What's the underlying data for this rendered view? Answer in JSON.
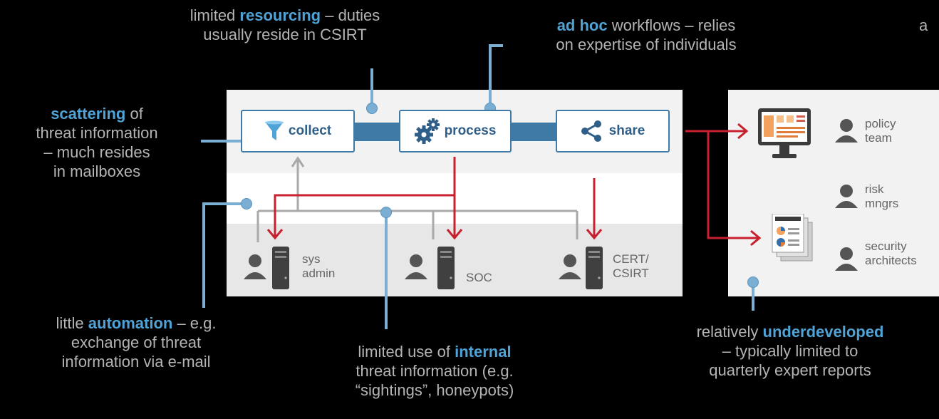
{
  "nodes": {
    "collect": "collect",
    "process": "process",
    "share": "share"
  },
  "actors": {
    "sys_admin": [
      "sys",
      "admin"
    ],
    "soc": "SOC",
    "cert": [
      "CERT/",
      "CSIRT"
    ]
  },
  "consumers": {
    "policy": [
      "policy",
      "team"
    ],
    "risk": [
      "risk",
      "mngrs"
    ],
    "security": [
      "security",
      "architects"
    ]
  },
  "notes": {
    "resourcing": {
      "pre": "limited ",
      "bold": "resourcing",
      "post": " – duties",
      "line2": "usually reside in CSIRT"
    },
    "adhoc": {
      "bold": "ad hoc",
      "post": " workflows – relies",
      "line2": "on expertise of individuals"
    },
    "scattering": {
      "bold": "scattering",
      "post": " of",
      "line2": "threat information",
      "line3": "– much resides",
      "line4": "in mailboxes"
    },
    "automation": {
      "pre": "little ",
      "bold": "automation",
      "post": " – e.g.",
      "line2": "exchange of threat",
      "line3": "information via e-mail"
    },
    "internal": {
      "pre": "limited use of ",
      "bold": "internal",
      "line2": "threat information (e.g.",
      "line3": "“sightings”, honeypots)"
    },
    "underdeveloped": {
      "pre": "relatively ",
      "bold": "underdeveloped",
      "line2": "– typically limited to",
      "line3": "quarterly expert reports"
    },
    "corner": "a"
  },
  "colors": {
    "accent_blue": "#3f79a6",
    "annotation_blue": "#4fa3d6",
    "arrow_red": "#c8202f",
    "flow_gray": "#a9a9a9"
  }
}
